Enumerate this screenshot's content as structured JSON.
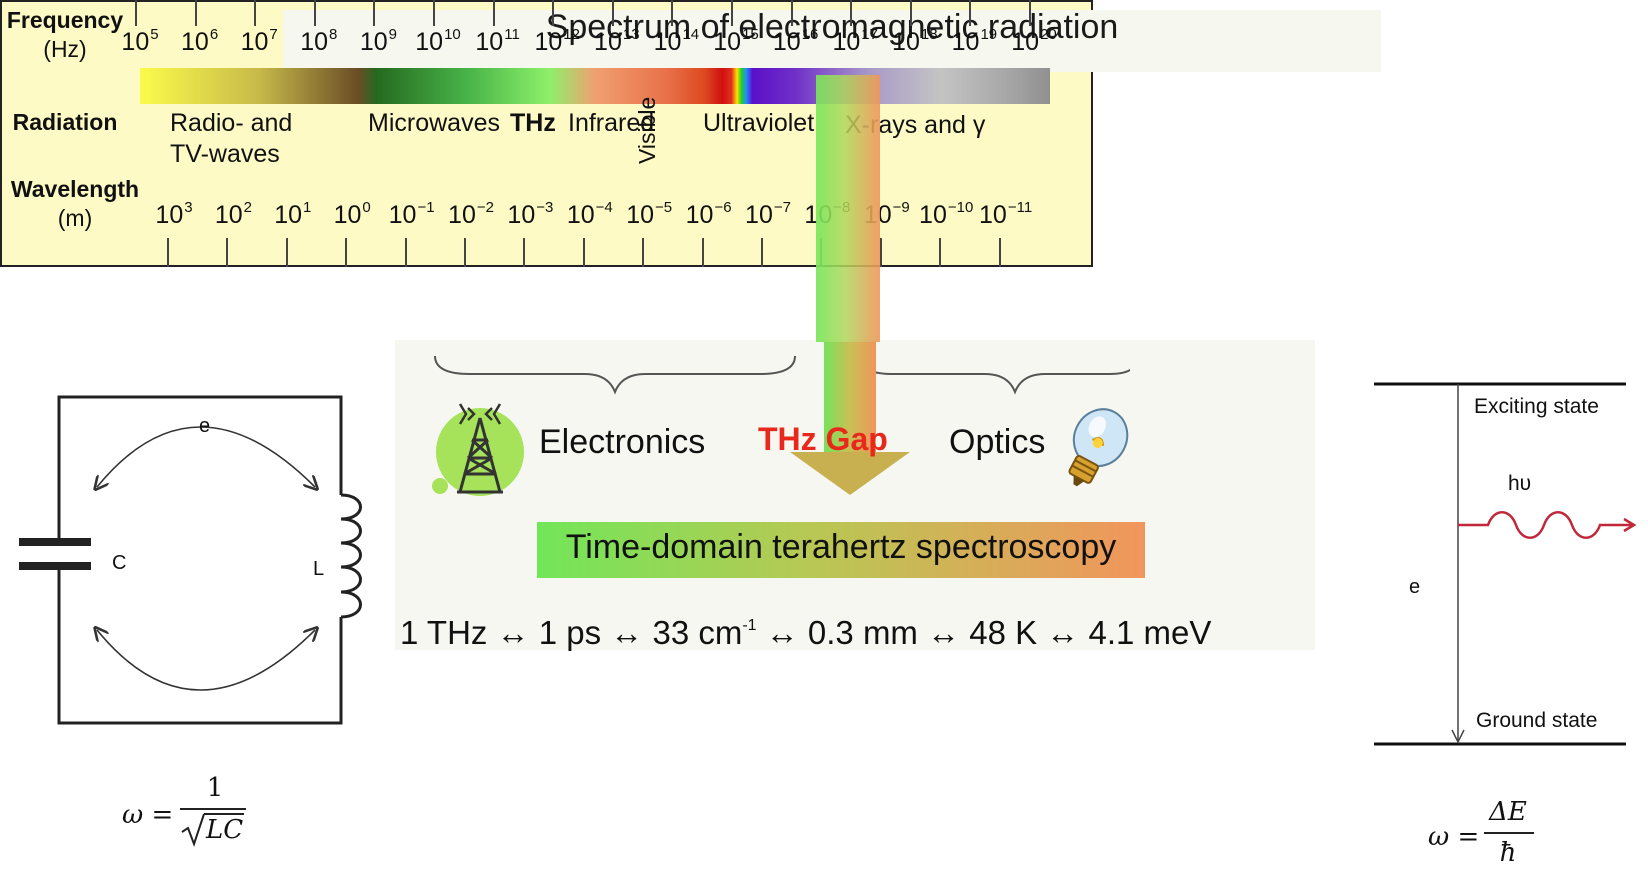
{
  "title": "Spectrum of electromagnetic radiation",
  "frequency": {
    "label": "Frequency",
    "unit": "(Hz)",
    "exponents": [
      "5",
      "6",
      "7",
      "8",
      "9",
      "10",
      "11",
      "12",
      "13",
      "14",
      "15",
      "16",
      "17",
      "18",
      "19",
      "20"
    ]
  },
  "radiation": {
    "label": "Radiation",
    "bands": {
      "radio_line1": "Radio- and",
      "radio_line2": "TV-waves",
      "microwaves": "Microwaves",
      "thz": "THz",
      "infrared": "Infrared",
      "visible": "Visible",
      "ultraviolet": "Ultraviolet",
      "xrays": "X-rays and γ"
    }
  },
  "wavelength": {
    "label": "Wavelength",
    "unit": "(m)",
    "exponents": [
      "3",
      "2",
      "1",
      "0",
      "−1",
      "−2",
      "−3",
      "−4",
      "−5",
      "−6",
      "−7",
      "−8",
      "−9",
      "−10",
      "−11"
    ]
  },
  "center": {
    "electronics": "Electronics",
    "thz_gap": "THz Gap",
    "optics": "Optics",
    "tds": "Time-domain terahertz spectroscopy",
    "conversion_before": "1 THz ↔ 1 ps ↔ 33 cm",
    "conversion_sup": "-1",
    "conversion_after": " ↔ 0.3 mm ↔ 48 K ↔ 4.1 meV"
  },
  "lc_circuit": {
    "electron": "e",
    "capacitor": "C",
    "inductor": "L",
    "formula_lhs": "ω =",
    "formula_num": "1",
    "formula_den": "LC"
  },
  "energy_levels": {
    "exciting": "Exciting state",
    "photon": "hυ",
    "electron": "e",
    "ground": "Ground state",
    "formula_lhs": "ω =",
    "formula_num": "ΔE",
    "formula_den": "ħ"
  },
  "colors": {
    "panel_bg": "#fdfac6",
    "thz_gap_text": "#e8281c",
    "photon_wave": "#c0283a"
  }
}
